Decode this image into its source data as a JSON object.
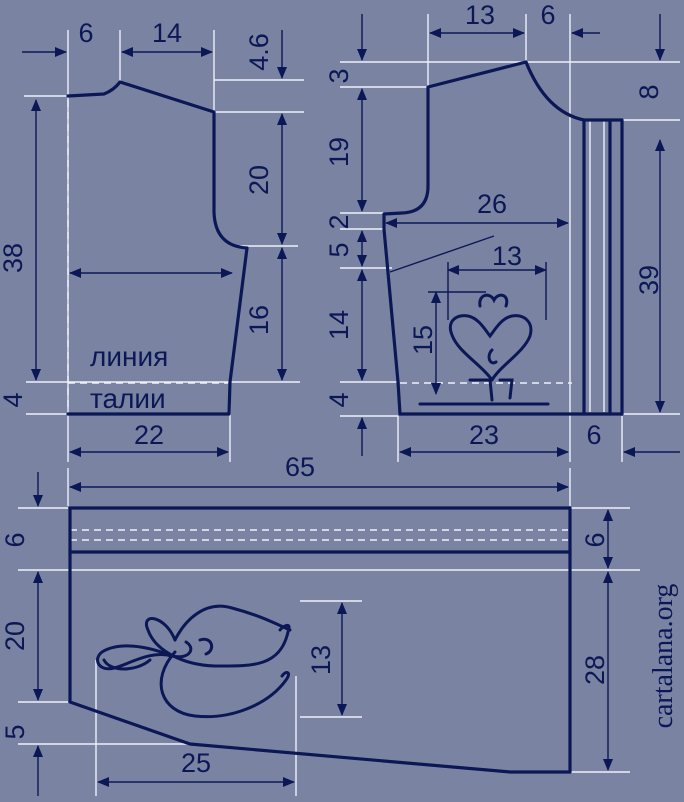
{
  "colors": {
    "background": "#7a84a2",
    "outline": "#0c1856",
    "guide": "#eef0fa"
  },
  "waist_label": {
    "line1": "линия",
    "line2": "талии"
  },
  "watermark": "cartalana.org",
  "front": {
    "neck_w": "6",
    "shoulder_w": "14",
    "shoulder_drop": "4.6",
    "total_len": "38",
    "armhole_h": "20",
    "side_h": "16",
    "hem_h": "4",
    "half_w": "22"
  },
  "back": {
    "top_w": "13",
    "neck_w": "6",
    "neck_drop": "3",
    "armhole_h": "19",
    "step_h": "2",
    "yoke_h": "5",
    "side_h": "14",
    "hem_h": "4",
    "half_w": "23",
    "chest_w": "26",
    "motif_w": "13",
    "motif_h": "15",
    "placket_w": "6",
    "placket_top": "8",
    "placket_len": "39"
  },
  "sleeve": {
    "total_w": "65",
    "cuff_left": "6",
    "cuff_right": "6",
    "cap_h": "20",
    "side_h": "28",
    "motif_h": "13",
    "bottom_h": "5",
    "bottom_w": "25"
  }
}
